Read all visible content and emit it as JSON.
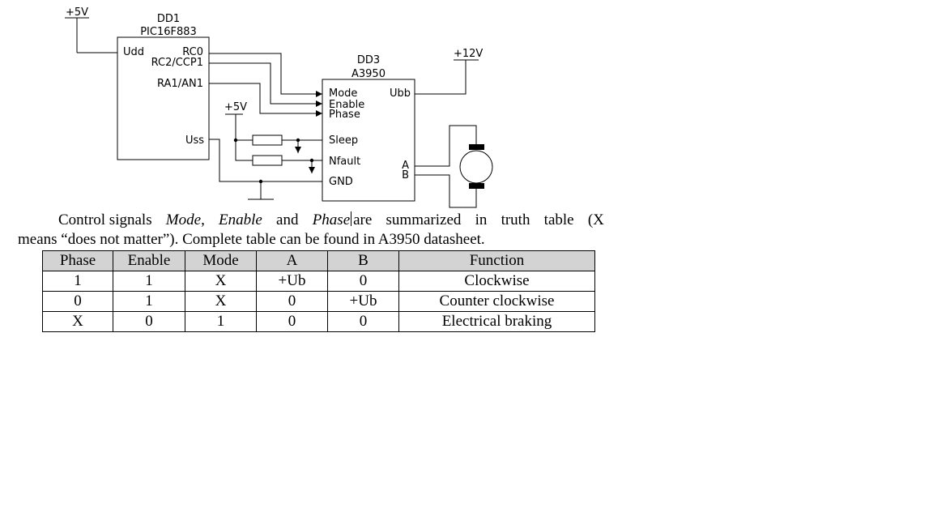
{
  "schematic": {
    "top_vcc": "+5V",
    "mcu_ref": "DD1",
    "mcu_part": "PIC16F883",
    "mcu_pins": {
      "udd": "Udd",
      "rc0": "RC0",
      "rc2": "RC2/CCP1",
      "ra1": "RA1/AN1",
      "uss": "Uss"
    },
    "mid_vcc": "+5V",
    "driver_ref": "DD3",
    "driver_part": "A3950",
    "driver_pins": {
      "mode": "Mode",
      "enable": "Enable",
      "phase": "Phase",
      "sleep": "Sleep",
      "nfault": "Nfault",
      "gnd": "GND",
      "ubb": "Ubb",
      "a": "A",
      "b": "B"
    },
    "motor_vcc": "+12V"
  },
  "paragraph": {
    "intro": "Control signals",
    "sig_mode": "Mode",
    "comma": ",",
    "sig_enable": "Enable",
    "and_word": "and",
    "sig_phase": "Phase",
    "rest1_a": "are",
    "rest1_b": "summarized",
    "rest1_c": "in",
    "rest1_d": "truth",
    "rest1_e": "table",
    "rest1_f": "(X",
    "line2": "means “does not matter”). Complete table can be found in A3950 datasheet."
  },
  "truth_table": {
    "headers": [
      "Phase",
      "Enable",
      "Mode",
      "A",
      "B",
      "Function"
    ],
    "rows": [
      [
        "1",
        "1",
        "X",
        "+Ub",
        "0",
        "Clockwise"
      ],
      [
        "0",
        "1",
        "X",
        "0",
        "+Ub",
        "Counter clockwise"
      ],
      [
        "X",
        "0",
        "1",
        "0",
        "0",
        "Electrical braking"
      ]
    ]
  }
}
